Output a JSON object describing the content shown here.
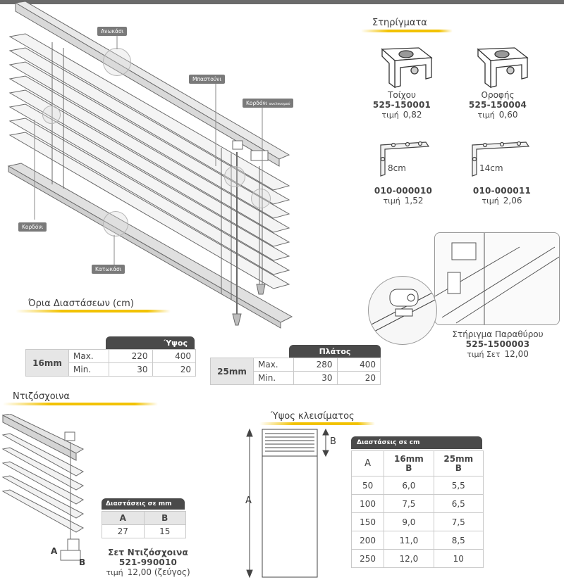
{
  "callouts": {
    "top_rail": "Ανωκάσι",
    "wand": "Μπαστούνι",
    "cord_lock": "Κορδόνι",
    "cord_lock_small": "ανελκυσμού",
    "cord": "Κορδόνι",
    "bottom_rail": "Κατωκάσι"
  },
  "brackets": {
    "title": "Στηρίγματα",
    "items": [
      {
        "name": "Τοίχου",
        "code": "525-150001",
        "price_label": "τιμή",
        "price": "0,82"
      },
      {
        "name": "Οροφής",
        "code": "525-150004",
        "price_label": "τιμή",
        "price": "0,60"
      },
      {
        "dimension": "8cm",
        "code": "010-000010",
        "price_label": "τιμή",
        "price": "1,52"
      },
      {
        "dimension": "14cm",
        "code": "010-000011",
        "price_label": "τιμή",
        "price": "2,06"
      }
    ],
    "window": {
      "name": "Στήριγμα Παραθύρου",
      "code": "525-1500003",
      "price_label": "τιμή Σετ",
      "price": "12,00"
    }
  },
  "limits": {
    "title": "Όρια Διαστάσεων (cm)",
    "height": {
      "header": "Ύψος",
      "size": "16mm",
      "rows": [
        {
          "label": "Max.",
          "v1": "220",
          "v2": "400"
        },
        {
          "label": "Min.",
          "v1": "30",
          "v2": "20"
        }
      ]
    },
    "width": {
      "header": "Πλάτος",
      "size": "25mm",
      "rows": [
        {
          "label": "Max.",
          "v1": "280",
          "v2": "400"
        },
        {
          "label": "Min.",
          "v1": "30",
          "v2": "20"
        }
      ]
    }
  },
  "spacer": {
    "title": "Ντιζόσχοινα",
    "label_a": "A",
    "label_b": "B",
    "table": {
      "header": "Διαστάσεις σε mm",
      "col_a": "A",
      "col_b": "B",
      "val_a": "27",
      "val_b": "15"
    },
    "product": {
      "name": "Σετ Ντιζόσχοινα",
      "code": "521-990010",
      "price_label": "τιμή",
      "price": "12,00 (ζεύγος)"
    }
  },
  "closing": {
    "title": "Ύψος κλεισίματος",
    "label_a": "A",
    "label_b": "B",
    "table": {
      "header": "Διαστάσεις σε cm",
      "col_a": "A",
      "col_16": "16mm",
      "col_16_b": "B",
      "col_25": "25mm",
      "col_25_b": "B",
      "rows": [
        {
          "a": "50",
          "b16": "6,0",
          "b25": "5,5"
        },
        {
          "a": "100",
          "b16": "7,5",
          "b25": "6,5"
        },
        {
          "a": "150",
          "b16": "9,0",
          "b25": "7,5"
        },
        {
          "a": "200",
          "b16": "11,0",
          "b25": "8,5"
        },
        {
          "a": "250",
          "b16": "12,0",
          "b25": "10"
        }
      ]
    }
  }
}
